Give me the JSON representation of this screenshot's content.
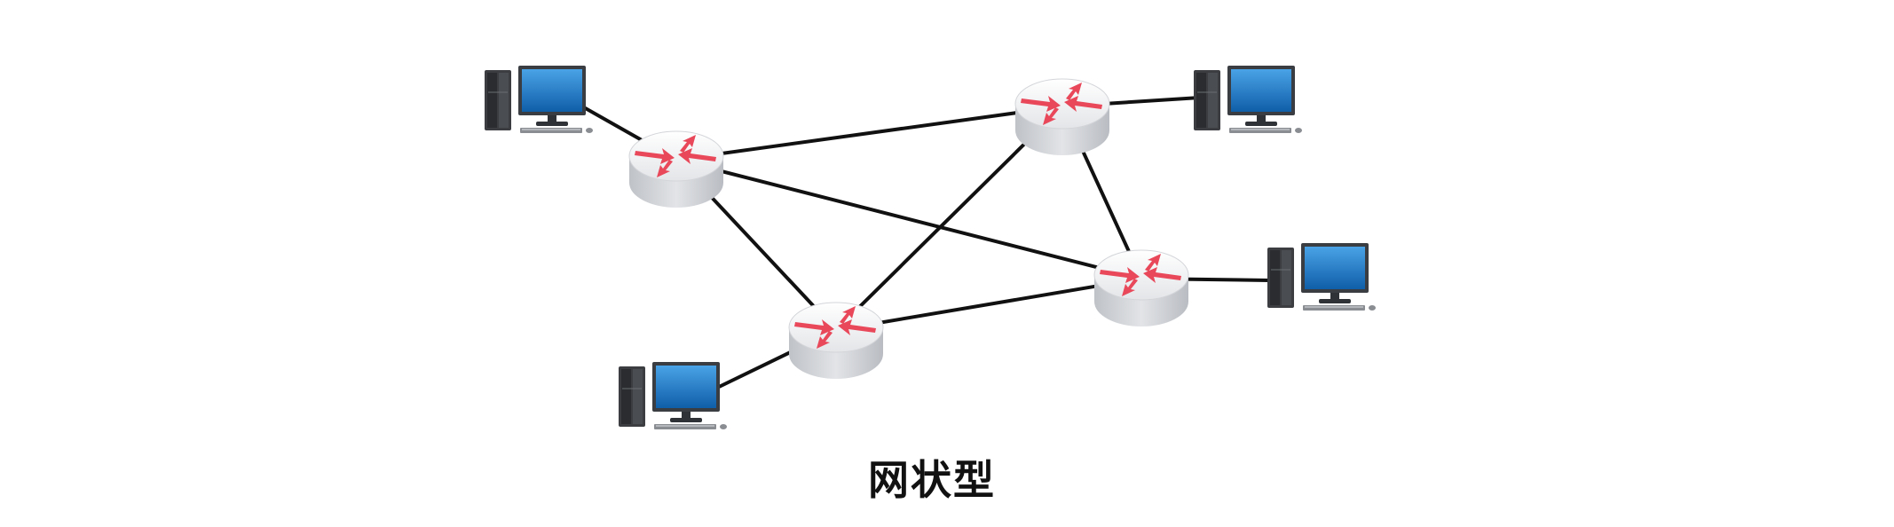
{
  "caption": "网状型",
  "colors": {
    "link": "#111111",
    "router_top": "#f1f2f4",
    "router_side": "#cfd1d6",
    "router_arrow": "#e8485a",
    "monitor_screen": "#1f77c4",
    "monitor_frame": "#3a3d42",
    "tower": "#3b3d40"
  },
  "routers": [
    {
      "id": "router-1",
      "icon": "router-icon"
    },
    {
      "id": "router-2",
      "icon": "router-icon"
    },
    {
      "id": "router-3",
      "icon": "router-icon"
    },
    {
      "id": "router-4",
      "icon": "router-icon"
    }
  ],
  "computers": [
    {
      "id": "computer-1",
      "icon": "desktop-computer-icon"
    },
    {
      "id": "computer-2",
      "icon": "desktop-computer-icon"
    },
    {
      "id": "computer-3",
      "icon": "desktop-computer-icon"
    },
    {
      "id": "computer-4",
      "icon": "desktop-computer-icon"
    }
  ],
  "links": [
    [
      "router-1",
      "router-2"
    ],
    [
      "router-1",
      "router-3"
    ],
    [
      "router-1",
      "router-4"
    ],
    [
      "router-2",
      "router-3"
    ],
    [
      "router-2",
      "router-4"
    ],
    [
      "router-3",
      "router-4"
    ],
    [
      "computer-1",
      "router-1"
    ],
    [
      "computer-2",
      "router-2"
    ],
    [
      "computer-3",
      "router-3"
    ],
    [
      "computer-4",
      "router-4"
    ]
  ]
}
